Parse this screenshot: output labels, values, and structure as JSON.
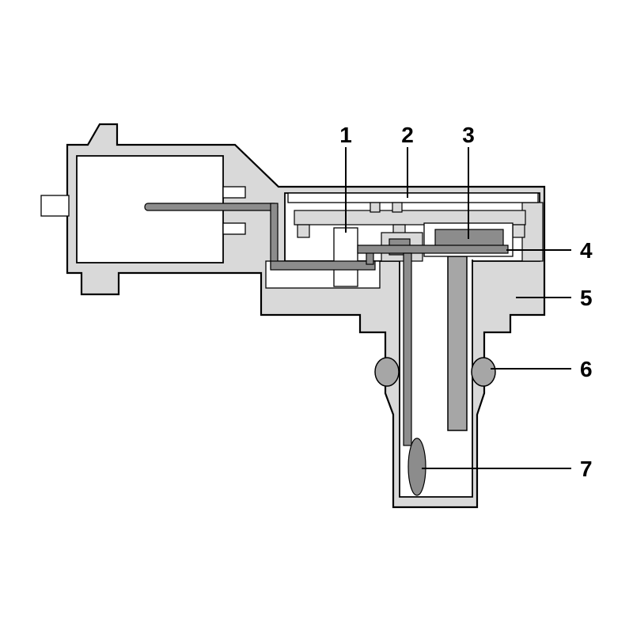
{
  "diagram": {
    "callouts": [
      {
        "label": "1"
      },
      {
        "label": "2"
      },
      {
        "label": "3"
      },
      {
        "label": "4"
      },
      {
        "label": "5"
      },
      {
        "label": "6"
      },
      {
        "label": "7"
      }
    ]
  },
  "colors": {
    "background": "#ffffff",
    "paper": "#ffffff",
    "body": "#d9d9d9",
    "part_mid": "#a6a6a6",
    "part_dark": "#8c8c8c",
    "outline": "#000000"
  }
}
